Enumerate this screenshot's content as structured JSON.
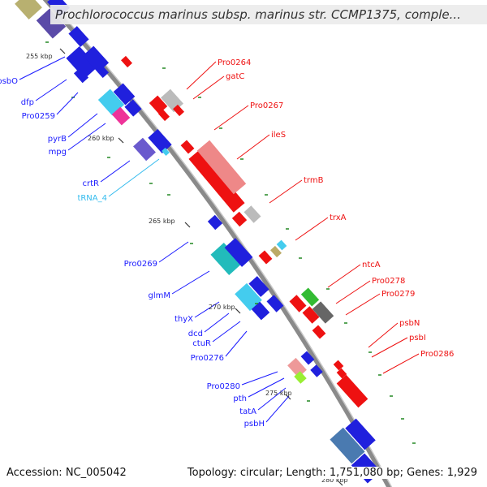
{
  "title": "Prochlorococcus marinus subsp. marinus str. CCMP1375, comple...",
  "footer": {
    "accession": "Accession: NC_005042",
    "topology": "Topology: circular; Length: 1,751,080 bp; Genes: 1,929"
  },
  "ticks": [
    {
      "label": "255 kbp"
    },
    {
      "label": "260 kbp"
    },
    {
      "label": "265 kbp"
    },
    {
      "label": "270 kbp"
    },
    {
      "label": "275 kbp"
    },
    {
      "label": "280 kbp"
    }
  ],
  "left_labels": [
    {
      "text": "psbO",
      "color": "#1a1aff"
    },
    {
      "text": "dfp",
      "color": "#1a1aff"
    },
    {
      "text": "Pro0259",
      "color": "#1a1aff"
    },
    {
      "text": "pyrB",
      "color": "#1a1aff"
    },
    {
      "text": "mpg",
      "color": "#1a1aff"
    },
    {
      "text": "crtR",
      "color": "#1a1aff"
    },
    {
      "text": "tRNA_4",
      "color": "#33bbee"
    },
    {
      "text": "Pro0269",
      "color": "#1a1aff"
    },
    {
      "text": "glmM",
      "color": "#1a1aff"
    },
    {
      "text": "thyX",
      "color": "#1a1aff"
    },
    {
      "text": "dcd",
      "color": "#1a1aff"
    },
    {
      "text": "ctuR",
      "color": "#1a1aff"
    },
    {
      "text": "Pro0276",
      "color": "#1a1aff"
    },
    {
      "text": "Pro0280",
      "color": "#1a1aff"
    },
    {
      "text": "pth",
      "color": "#1a1aff"
    },
    {
      "text": "tatA",
      "color": "#1a1aff"
    },
    {
      "text": "psbH",
      "color": "#1a1aff"
    }
  ],
  "right_labels": [
    {
      "text": "Pro0264",
      "color": "#ee1111"
    },
    {
      "text": "gatC",
      "color": "#ee1111"
    },
    {
      "text": "Pro0267",
      "color": "#ee1111"
    },
    {
      "text": "ileS",
      "color": "#ee1111"
    },
    {
      "text": "trmB",
      "color": "#ee1111"
    },
    {
      "text": "trxA",
      "color": "#ee1111"
    },
    {
      "text": "ntcA",
      "color": "#ee1111"
    },
    {
      "text": "Pro0278",
      "color": "#ee1111"
    },
    {
      "text": "Pro0279",
      "color": "#ee1111"
    },
    {
      "text": "psbN",
      "color": "#ee1111"
    },
    {
      "text": "psbI",
      "color": "#ee1111"
    },
    {
      "text": "Pro0286",
      "color": "#ee1111"
    }
  ]
}
